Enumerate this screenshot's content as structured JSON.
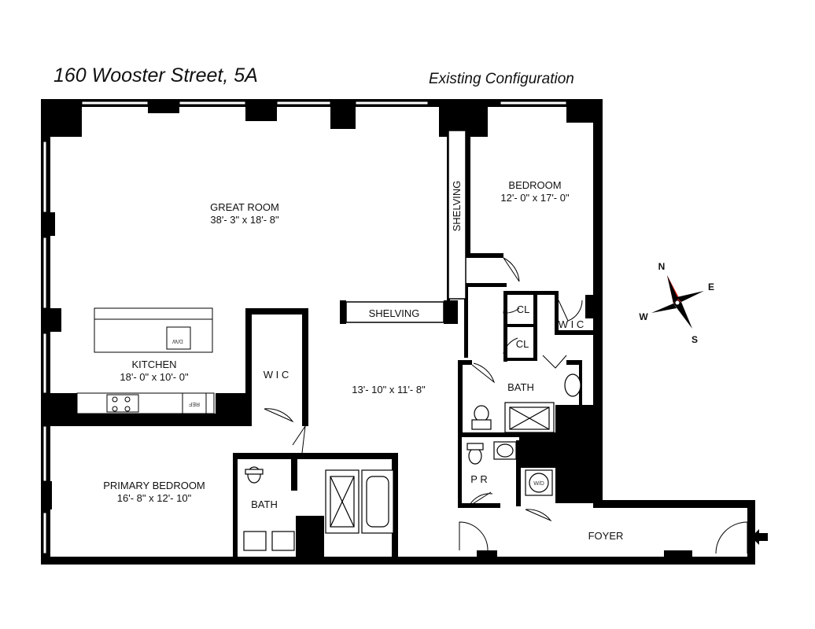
{
  "header": {
    "address": "160 Wooster Street, 5A",
    "configuration": "Existing Configuration"
  },
  "rooms": {
    "great_room": {
      "name": "GREAT ROOM",
      "dims": "38'- 3\" x 18'- 8\""
    },
    "bedroom": {
      "name": "BEDROOM",
      "dims": "12'- 0\" x 17'- 0\""
    },
    "kitchen": {
      "name": "KITCHEN",
      "dims": "18'- 0\" x 10'- 0\""
    },
    "gallery": {
      "dims": "13'- 10\" x 11'- 8\""
    },
    "primary_bedroom": {
      "name": "PRIMARY BEDROOM",
      "dims": "16'- 8\" x 12'- 10\""
    },
    "primary_bath": {
      "name": "BATH"
    },
    "bath": {
      "name": "BATH"
    },
    "wic_primary": {
      "name": "W I C"
    },
    "wic_bedroom": {
      "name": "W I C"
    },
    "closet_upper": {
      "name": "CL"
    },
    "closet_lower": {
      "name": "CL"
    },
    "powder_room": {
      "name": "P R"
    },
    "foyer": {
      "name": "FOYER"
    }
  },
  "fixtures": {
    "shelving_vertical": "SHELVING",
    "shelving_horizontal": "SHELVING",
    "dishwasher": "D/W",
    "refrigerator": "REF",
    "washer_dryer": "W/D"
  },
  "compass": {
    "n": "N",
    "e": "E",
    "s": "S",
    "w": "W",
    "needle_color": "#e0201c"
  }
}
